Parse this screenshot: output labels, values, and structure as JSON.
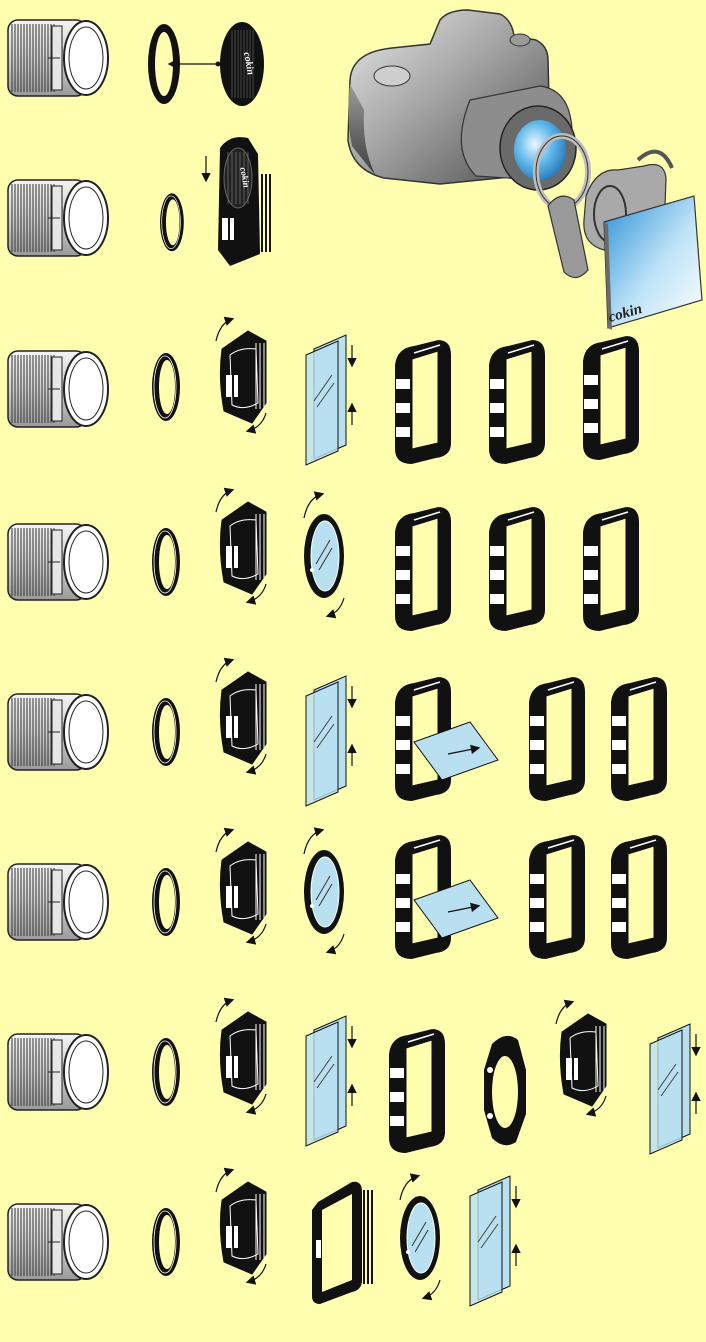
{
  "brand": {
    "name": "cokin"
  },
  "colors": {
    "background": "#ffffaf",
    "filter_glass": "#b8e0f0",
    "filter_glass_dark": "#7fc3e6",
    "lens_body": "#d8d8d8",
    "camera_body": "#8a8a8a",
    "holder_black": "#111111"
  },
  "rows": [
    {
      "items": [
        "lens",
        "adapter-ring",
        "brand-cap"
      ]
    },
    {
      "items": [
        "lens",
        "adapter-ring-small",
        "holder-with-cap"
      ]
    },
    {
      "items": [
        "lens",
        "adapter-ring",
        "holder",
        "square-filter",
        "hood",
        "hood",
        "hood"
      ]
    },
    {
      "items": [
        "lens",
        "adapter-ring",
        "holder",
        "round-filter",
        "hood",
        "hood",
        "hood"
      ]
    },
    {
      "items": [
        "lens",
        "adapter-ring",
        "holder",
        "square-filter",
        "hood-with-filter",
        "hood",
        "hood"
      ]
    },
    {
      "items": [
        "lens",
        "adapter-ring",
        "holder",
        "round-filter",
        "hood-with-filter",
        "hood",
        "hood"
      ]
    },
    {
      "items": [
        "lens",
        "adapter-ring",
        "holder",
        "square-filter",
        "hood",
        "front-ring",
        "holder",
        "square-filter"
      ]
    },
    {
      "items": [
        "lens",
        "adapter-ring",
        "holder",
        "frame-holder",
        "round-filter",
        "square-filter"
      ]
    }
  ]
}
